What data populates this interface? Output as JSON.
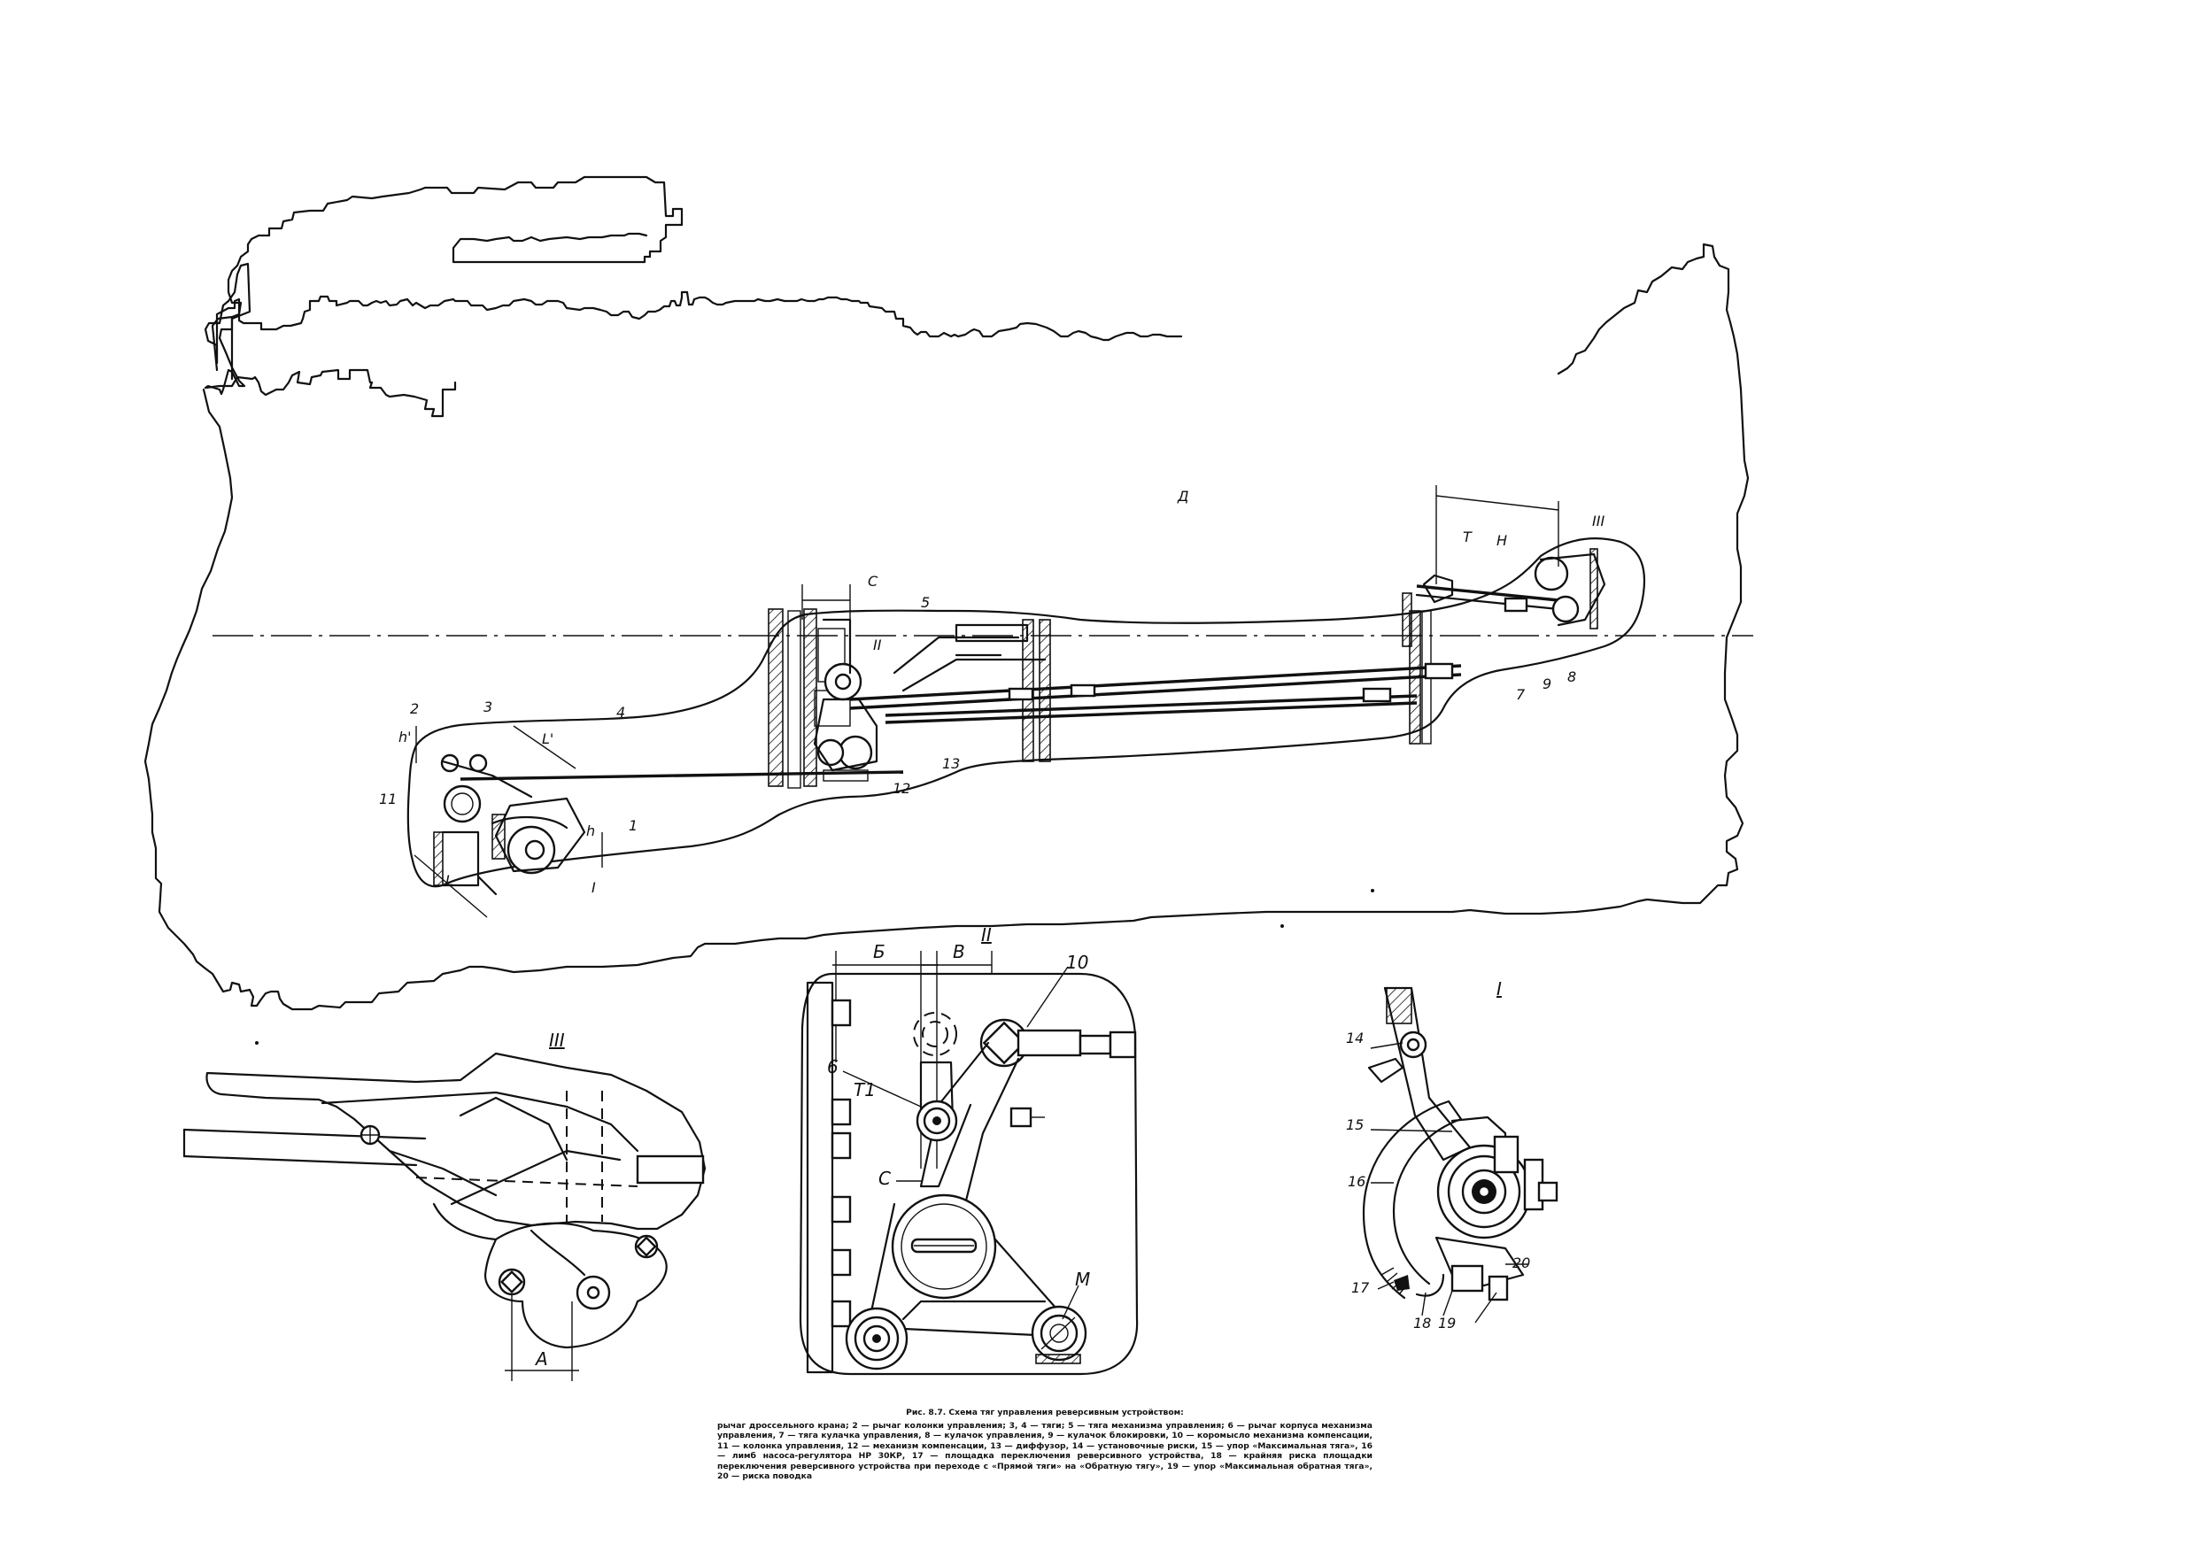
{
  "figure": {
    "caption_title": "Рис. 8.7. Схема тяг управления реверсивным устройством:",
    "caption_body": "рычаг дроссельного крана; 2 — рычаг колонки управления; 3, 4 — тяги; 5 — тяга механизма управления; 6 — рычаг корпуса механизма управления, 7 — тяга кулачка управления, 8 — кулачок управления, 9 — кулачок блокировки, 10 — коромысло механизма компенсации, 11 — колонка управления, 12 — механизм компенсации, 13 — диффузор, 14 — установочные риски, 15 — упор «Максимальная тяга», 16 — лимб насоса-регулятора НР 30КР, 17 — площадка переключения реверсивного устройства, 18 — крайняя риска площадки переключения реверсивного устройства при переходе с «Прямой тяги» на «Обратную тягу», 19 — упор «Максимальная обратная тяга», 20 — риска поводка"
  },
  "main_view": {
    "part_numbers": [
      "1",
      "2",
      "3",
      "4",
      "5",
      "7",
      "8",
      "9",
      "11",
      "12",
      "13"
    ],
    "dimension_letters": {
      "c": "С",
      "d": "Д",
      "t": "Т",
      "n": "Н",
      "l": "L",
      "l_prime": "L'",
      "h": "h",
      "h_prime": "h'"
    },
    "detail_markers": {
      "i": "I",
      "ii": "II",
      "iii": "III"
    }
  },
  "detail_iii": {
    "title": "III",
    "dimension_a": "А"
  },
  "detail_ii": {
    "title": "II",
    "dim_b": "Б",
    "dim_v": "В",
    "dim_c": "С",
    "dim_t1": "Т1",
    "part_6": "6",
    "part_10": "10",
    "point_m": "М"
  },
  "detail_i": {
    "title": "I",
    "parts": [
      "14",
      "15",
      "16",
      "17",
      "18",
      "19",
      "20"
    ]
  }
}
